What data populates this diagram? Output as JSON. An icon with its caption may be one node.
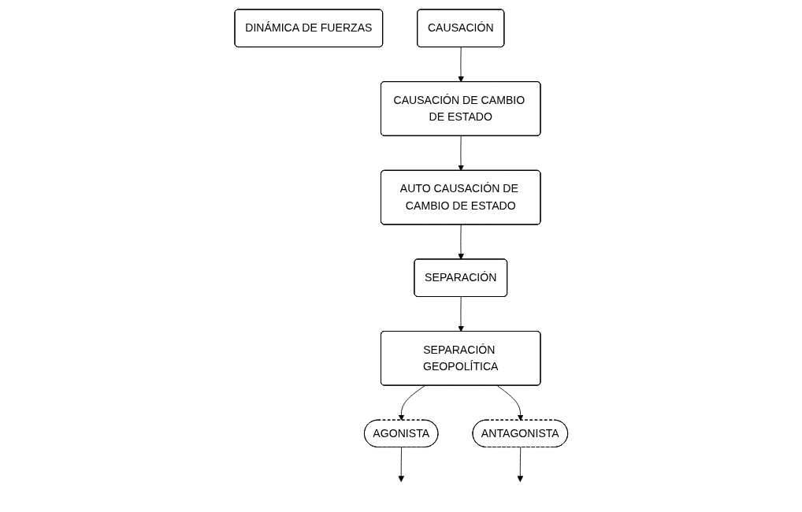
{
  "diagram": {
    "nodes": [
      {
        "text": [
          "DINÁMICA DE FUERZAS"
        ]
      },
      {
        "text": [
          "CAUSACIÓN"
        ]
      },
      {
        "text": [
          "CAUSACIÓN DE CAMBIO DE ESTADO"
        ]
      },
      {
        "text": [
          "AUTO CAUSACIÓN DE CAMBIO DE ESTADO"
        ]
      },
      {
        "text": [
          "SEPARACIÓN"
        ]
      },
      {
        "text": [
          "SEPARACIÓN GEOPOLÍTICA"
        ]
      },
      {
        "text": [
          "AGONISTA"
        ]
      },
      {
        "text": [
          "ANTAGONISTA"
        ]
      }
    ],
    "edges": [
      {
        "from": 1,
        "to": 2,
        "arrow": "to"
      },
      {
        "from": 2,
        "to": 3,
        "arrow": "to"
      },
      {
        "from": 3,
        "to": 4,
        "arrow": "to"
      },
      {
        "from": 4,
        "to": 5,
        "arrow": "to"
      },
      {
        "from": 5,
        "to": 6,
        "arrow": "to"
      },
      {
        "from": 5,
        "to": 7,
        "arrow": "to"
      },
      {
        "from": 6,
        "to": null,
        "arrow": "to"
      },
      {
        "from": 7,
        "to": null,
        "arrow": "to"
      }
    ]
  }
}
